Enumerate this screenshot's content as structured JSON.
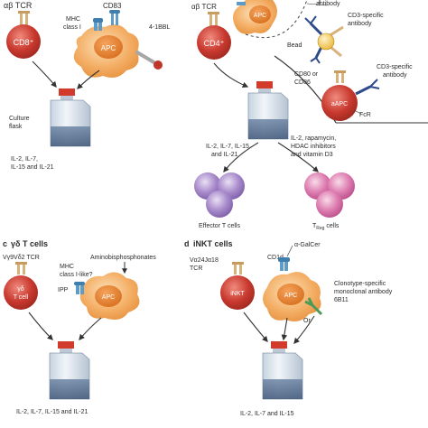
{
  "panel_a": {
    "tcr_label": "αβ TCR",
    "cd8_cell": "CD8⁺",
    "mhc_label": "MHC",
    "mhc_label2": "class I",
    "cd83_label": "CD83",
    "bbl_label": "4-1BBL",
    "apc_label": "APC",
    "flask_label1": "Culture",
    "flask_label2": "flask",
    "cytokines_line1": "IL-2, IL-7,",
    "cytokines_line2": "IL-15 and IL-21"
  },
  "panel_b": {
    "tcr_label": "αβ TCR",
    "cd4_cell": "CD4⁺",
    "apc_label": "APC",
    "antibody_top": "antibody",
    "cd3_antibody_1": "CD3-specific",
    "cd3_antibody_1b": "antibody",
    "bead_label": "Bead",
    "cd80_label1": "CD80 or",
    "cd80_label2": "CD86",
    "cd3_antibody_2": "CD3-specific",
    "cd3_antibody_2b": "antibody",
    "aapc_label": "aAPC",
    "fcr_label": "FcR",
    "left_cytokines_1": "IL-2, IL-7, IL-15",
    "left_cytokines_2": "and IL-21",
    "right_cond_1": "IL-2, rapamycin,",
    "right_cond_2": "HDAC inhibitors",
    "right_cond_3": "and vitamin D3",
    "effector_label": "Effector T cells",
    "treg_label_main": "T",
    "treg_label_sub": "Reg",
    "treg_label_tail": " cells"
  },
  "panel_c": {
    "letter": "c",
    "title": "γδ T cells",
    "tcr_label": "Vγ9Vδ2 TCR",
    "cell_label1": "γδ",
    "cell_label2": "T cell",
    "amino_label": "Aminobisphosphonates",
    "mhc_label1": "MHC",
    "mhc_label2": "class I-like?",
    "ipp_label": "IPP",
    "apc_label": "APC",
    "cytokines": "IL-2, IL-7, IL-15 and IL-21"
  },
  "panel_d": {
    "letter": "d",
    "title": "iNKT cells",
    "tcr_label1": "Vα24Jα18",
    "tcr_label2": "TCR",
    "cell_label": "iNKT",
    "cd1d_label": "CD1d",
    "galcer_label": "α-GalCer",
    "apc_label": "APC",
    "or_label": "Or",
    "antibody_1": "Clonotype-specific",
    "antibody_2": "monoclonal antibody",
    "antibody_3": "6B11",
    "cytokines": "IL-2, IL-7 and IL-15"
  },
  "colors": {
    "cd8_red": "#c0342b",
    "apc_orange": "#f0a152",
    "receptor_blue": "#5e9bc6",
    "receptor_tan": "#d7b27a",
    "flask_cap": "#d23a2c",
    "flask_body": "#dfe7ef",
    "effector_purple": "#9b7cc0",
    "treg_pink": "#d66aa4",
    "bead_yellow": "#f2c74e",
    "antibody_navy": "#2e4a8a",
    "antibody_green": "#4c9a57"
  }
}
